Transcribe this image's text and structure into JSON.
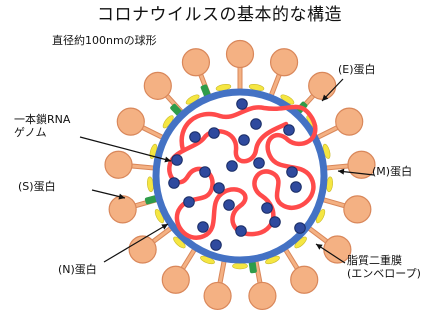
{
  "title": "コロナウイルスの基本的な構造",
  "subtitle": "直径約100nmの球形",
  "labels": {
    "e_protein": "(E)蛋白",
    "rna_line1": "一本鎖RNA",
    "rna_line2": "ゲノム",
    "m_protein": "(M)蛋白",
    "s_protein": "(S)蛋白",
    "lipid_line1": "脂質二重膜",
    "lipid_line2": "(エンベロープ)",
    "n_protein": "(N)蛋白"
  },
  "colors": {
    "spike": "#f4b183",
    "spike_outline": "#d9875a",
    "envelope": "#4472c4",
    "e_protein": "#2e9c4a",
    "m_protein": "#f5e642",
    "rna": "#ff4b4b",
    "n_protein": "#2f4a9e",
    "n_protein_outline": "#1a2d66"
  }
}
